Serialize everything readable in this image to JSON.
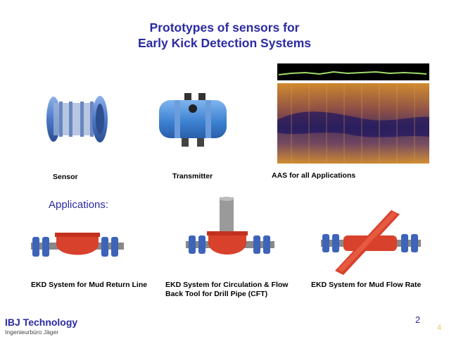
{
  "slide": {
    "title_line1": "Prototypes of sensors for",
    "title_line2": "Early Kick Detection Systems",
    "captions": {
      "sensor": "Sensor",
      "transmitter": "Transmitter",
      "aas": "AAS for all Applications"
    },
    "applications_label": "Applications:",
    "applications": [
      {
        "label": "EKD System for Mud Return Line"
      },
      {
        "label_line1": "EKD System for Circulation & Flow",
        "label_line2": "Back Tool for Drill Pipe (CFT)"
      },
      {
        "label": "EKD System for Mud Flow Rate"
      }
    ],
    "footer": {
      "brand": "IBJ Technology",
      "subtitle": "Ingenieurbüro Jäger",
      "page_number": "2",
      "corner_number": "4"
    }
  },
  "colors": {
    "title_blue": "#2b2aa3",
    "sensor_blue": "#4a79c8",
    "pipe_red": "#d8412c"
  }
}
